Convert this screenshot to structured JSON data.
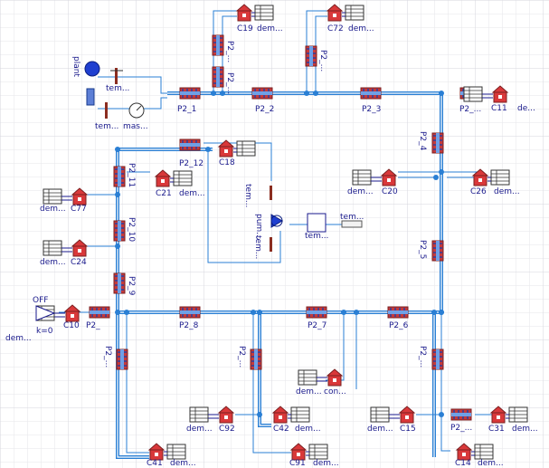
{
  "diagram": {
    "colors": {
      "background": "#ffffff",
      "grid": "#e6e6ea",
      "pipe": "#2a7fd4",
      "label": "#1a1a8c",
      "consumer_red": "#d9383a",
      "source_blue": "#1f3fd0"
    },
    "pipes": [
      {
        "id": "p2_1",
        "label": "P2_1"
      },
      {
        "id": "p2_2",
        "label": "P2_2"
      },
      {
        "id": "p2_3",
        "label": "P2_3"
      },
      {
        "id": "p2_tr",
        "label": "P2_..."
      },
      {
        "id": "p2_4",
        "label": "P2_4"
      },
      {
        "id": "p2_5",
        "label": "P2_5"
      },
      {
        "id": "p2_6",
        "label": "P2_6"
      },
      {
        "id": "p2_7",
        "label": "P2_7"
      },
      {
        "id": "p2_8",
        "label": "P2_8"
      },
      {
        "id": "p2_l",
        "label": "P2_"
      },
      {
        "id": "p2_9",
        "label": "P2_9"
      },
      {
        "id": "p2_10",
        "label": "P2_10"
      },
      {
        "id": "p2_11",
        "label": "P2_11"
      },
      {
        "id": "p2_12",
        "label": "P2_12"
      },
      {
        "id": "p2_c19a",
        "label": "P2_..."
      },
      {
        "id": "p2_c19b",
        "label": "P2_..."
      },
      {
        "id": "p2_c72",
        "label": "P2_..."
      },
      {
        "id": "p2_bl",
        "label": "P2_..."
      },
      {
        "id": "p2_bm",
        "label": "P2_..."
      },
      {
        "id": "p2_br",
        "label": "P2_..."
      },
      {
        "id": "p2_c15",
        "label": "P2_..."
      }
    ],
    "consumers": [
      {
        "id": "c19",
        "label": "C19",
        "dem": "dem..."
      },
      {
        "id": "c72",
        "label": "C72",
        "dem": "dem..."
      },
      {
        "id": "c11",
        "label": "C11",
        "dem": "de..."
      },
      {
        "id": "c18",
        "label": "C18",
        "dem": ""
      },
      {
        "id": "c21",
        "label": "C21",
        "dem": "dem..."
      },
      {
        "id": "c20",
        "label": "C20",
        "dem": "dem..."
      },
      {
        "id": "c26",
        "label": "C26",
        "dem": "dem..."
      },
      {
        "id": "c77",
        "label": "C77",
        "dem": "dem..."
      },
      {
        "id": "c24",
        "label": "C24",
        "dem": "dem..."
      },
      {
        "id": "c10",
        "label": "C10",
        "dem": "dem..."
      },
      {
        "id": "con",
        "label": "con...",
        "dem": "dem..."
      },
      {
        "id": "c92",
        "label": "C92",
        "dem": "dem..."
      },
      {
        "id": "c42",
        "label": "C42",
        "dem": "dem..."
      },
      {
        "id": "c15",
        "label": "C15",
        "dem": "dem..."
      },
      {
        "id": "c31",
        "label": "C31",
        "dem": "dem..."
      },
      {
        "id": "c41",
        "label": "C41",
        "dem": "dem..."
      },
      {
        "id": "c91",
        "label": "C91",
        "dem": "dem..."
      },
      {
        "id": "c14",
        "label": "C14",
        "dem": "dem..."
      }
    ],
    "plant": {
      "label": "plant",
      "temp_top": "tem...",
      "temp_bottom": "tem...",
      "mass": "mas..."
    },
    "pump_loop": {
      "temp_top": "tem...",
      "pump": "pum...",
      "temp_bottom": "tem...",
      "controller": "tem...",
      "temp_source": "tem..."
    },
    "switch": {
      "off_label": "OFF",
      "k_label": "k=0"
    }
  }
}
